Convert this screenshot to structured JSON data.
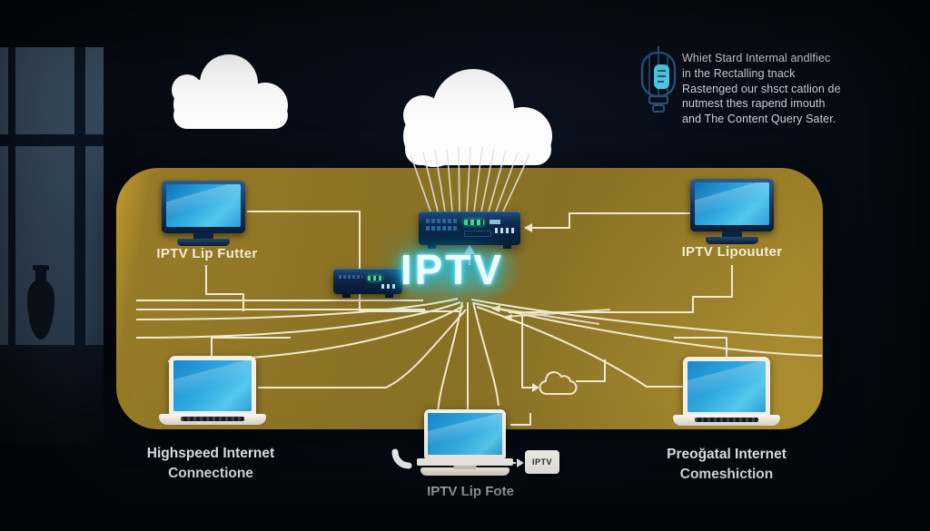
{
  "colors": {
    "panel_gold": "#8b7325",
    "connector_cream": "#f0e9cf",
    "neon_cyan": "#35dcff",
    "screen_blue": "#2ba3dd",
    "cloud_white": "#fdfdfd"
  },
  "info_box": {
    "icon": "lantern-icon",
    "text_lines": [
      "Whiet Stard Intermal andlfiec",
      "in the Rectalling tnack",
      "Rastenged our shsct catlion de",
      "nutmest thes rapend imouth",
      "and The Content Query Sater."
    ]
  },
  "center_hub": {
    "glow_label": "IPTV"
  },
  "nodes": {
    "tv_top_left": {
      "label": "IPTV Lip Futter"
    },
    "tv_top_right": {
      "label": "IPTV Lipouuter"
    },
    "laptop_bottom_left": {
      "label_lines": [
        "Highspeed Internet",
        "Connectione"
      ]
    },
    "laptop_bottom_right": {
      "label_lines": [
        "Preoğatal Internet",
        "Comeshiction"
      ]
    },
    "laptop_bottom_center": {
      "label": "IPTV Lip Fote",
      "card_text": "IPTV"
    }
  },
  "icons": {
    "cloud_large": "cloud-icon",
    "cloud_small": "cloud-icon",
    "cloud_doodle": "cloud-outline-icon",
    "phone": "phone-handset-icon",
    "lantern": "lantern-icon",
    "up_arrow": "arrow-up-icon"
  }
}
